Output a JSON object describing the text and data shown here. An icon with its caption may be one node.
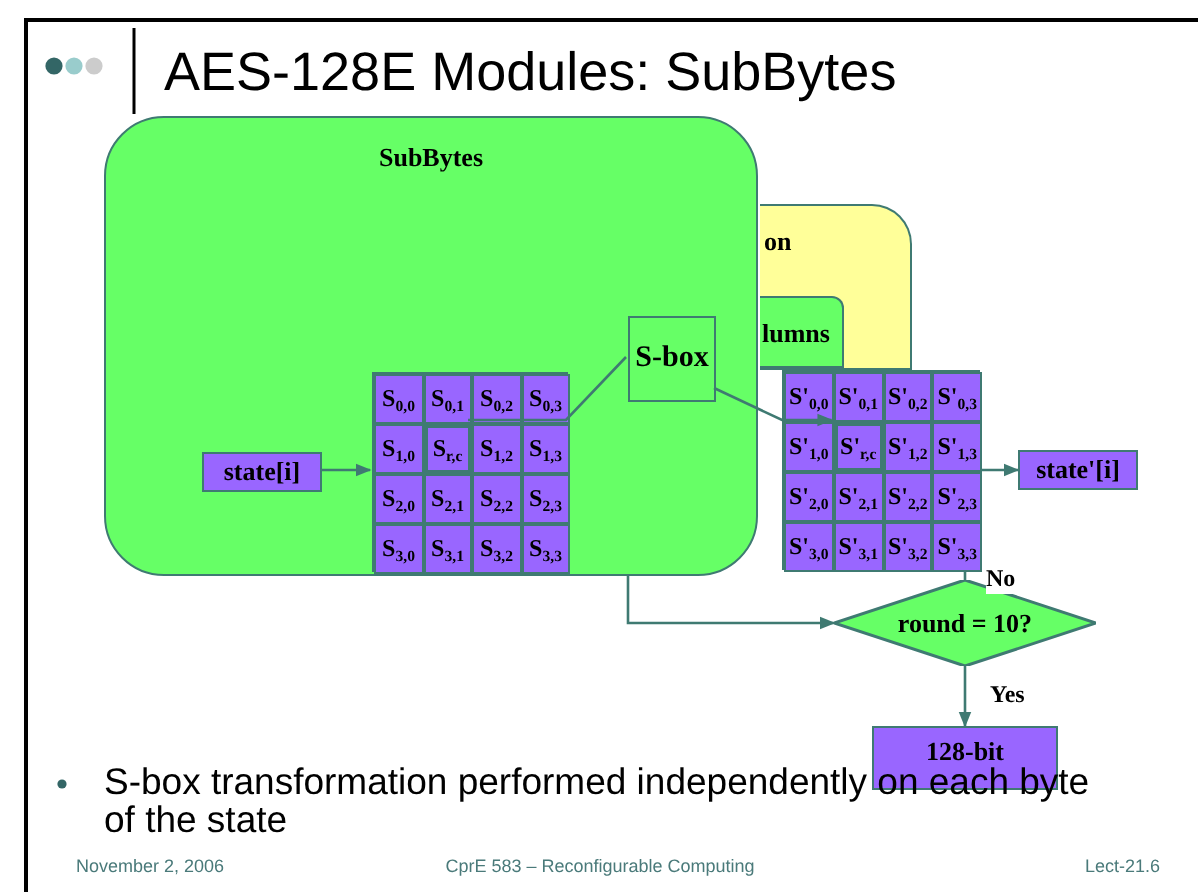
{
  "diagram": {
    "title": "AES-128E Modules: SubBytes",
    "nodes": [
      {
        "text": [
          "SubBytes"
        ]
      },
      {
        "text": [
          "state[i]"
        ],
        "in": 0
      },
      {
        "text": [],
        "shape": "box",
        "in": 0
      },
      {
        "text": [
          "S$_{0,0}$"
        ],
        "in": 2
      },
      {
        "text": [
          "S$_{0,1}$"
        ],
        "in": 2
      },
      {
        "text": [
          "S$_{0,2}$"
        ],
        "in": 2
      },
      {
        "text": [
          "S$_{0,3}$"
        ],
        "in": 2
      },
      {
        "text": [
          "S$_{1,0}$"
        ],
        "in": 2
      },
      {
        "text": [
          "S$_{1,2}$"
        ],
        "in": 2
      },
      {
        "text": [
          "S$_{1,3}$"
        ],
        "in": 2
      },
      {
        "text": [
          "S$_{2,0}$"
        ],
        "in": 2
      },
      {
        "text": [
          "S$_{2,1}$"
        ],
        "in": 2
      },
      {
        "text": [
          "S$_{2,2}$"
        ],
        "in": 2
      },
      {
        "text": [
          "S$_{2,3}$"
        ],
        "in": 2
      },
      {
        "text": [
          "S$_{3,0}$"
        ],
        "in": 2
      },
      {
        "text": [
          "S$_{3,1}$"
        ],
        "in": 2
      },
      {
        "text": [
          "S$_{3,2}$"
        ],
        "in": 2
      },
      {
        "text": [
          "S$_{3,3}$"
        ],
        "in": 2
      },
      {
        "text": [
          "S$_{r,c}$"
        ],
        "in": 2
      },
      {
        "text": [
          "S-box"
        ],
        "in": 0
      },
      {
        "text": [
          "on"
        ]
      },
      {
        "text": [
          "lumns"
        ],
        "in": 20
      },
      {
        "text": [],
        "shape": "box"
      },
      {
        "text": [
          "S'$_{0,0}$"
        ],
        "in": 22
      },
      {
        "text": [
          "S'$_{0,1}$"
        ],
        "in": 22
      },
      {
        "text": [
          "S'$_{0,2}$"
        ],
        "in": 22
      },
      {
        "text": [
          "S'$_{0,3}$"
        ],
        "in": 22
      },
      {
        "text": [
          "S'$_{1,0}$"
        ],
        "in": 22
      },
      {
        "text": [
          "S'$_{1,2}$"
        ],
        "in": 22
      },
      {
        "text": [
          "S'$_{1,3}$"
        ],
        "in": 22
      },
      {
        "text": [
          "S'$_{2,0}$"
        ],
        "in": 22
      },
      {
        "text": [
          "S'$_{2,1}$"
        ],
        "in": 22
      },
      {
        "text": [
          "S'$_{2,2}$"
        ],
        "in": 22
      },
      {
        "text": [
          "S'$_{2,3}$"
        ],
        "in": 22
      },
      {
        "text": [
          "S'$_{3,0}$"
        ],
        "in": 22
      },
      {
        "text": [
          "S'$_{3,1}$"
        ],
        "in": 22
      },
      {
        "text": [
          "S'$_{3,2}$"
        ],
        "in": 22
      },
      {
        "text": [
          "S'$_{3,3}$"
        ],
        "in": 22
      },
      {
        "text": [
          "S'$_{r,c}$"
        ],
        "in": 22
      },
      {
        "text": [
          "state'[i]"
        ]
      },
      {
        "text": [
          "round = 10?"
        ]
      },
      {
        "text": [
          "128-bit"
        ]
      }
    ],
    "edges": [
      {
        "from": 1,
        "to": 2,
        "arrow": "to"
      },
      {
        "from": 18,
        "to": 19,
        "arrow": "none"
      },
      {
        "from": 19,
        "to": 38,
        "arrow": "to"
      },
      {
        "from": 22,
        "to": 39,
        "arrow": "to"
      },
      {
        "from": 0,
        "to": 40,
        "arrow": "to"
      },
      {
        "from": 40,
        "to": 22,
        "arrow": "none",
        "label": "No"
      },
      {
        "from": 40,
        "to": 41,
        "arrow": "to",
        "label": "Yes"
      }
    ],
    "labels": [
      "S-box transformation performed independently on each byte of the state",
      "November 2, 2006",
      "CprE 583 – Reconfigurable Computing",
      "Lect-21.6"
    ]
  }
}
